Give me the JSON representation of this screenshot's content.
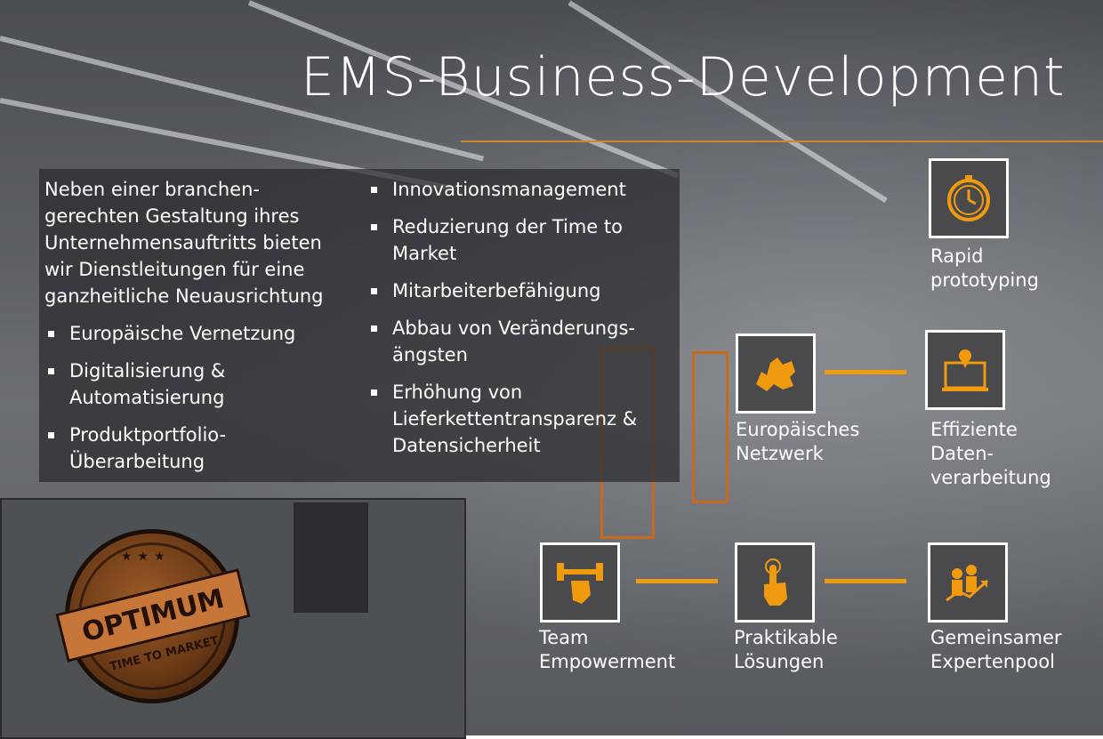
{
  "title": "EMS-Business-Development",
  "intro": "Neben einer branchen-gerechten Gestaltung ihres Unternehmensauftritts bieten wir Dienstleitungen für eine ganzheitliche Neuausrichtung",
  "list_left": [
    "Europäische Vernetzung",
    "Digitalisierung & Automatisierung",
    "Produktportfolio-Überarbeitung"
  ],
  "list_right": [
    "Innovationsmanagement",
    "Reduzierung der Time to Market",
    "Mitarbeiterbefähigung",
    "Abbau von Veränderungs-ängsten",
    "Erhöhung von Lieferkettentransparenz & Datensicherheit"
  ],
  "features": {
    "rapid": {
      "label": "Rapid prototyping",
      "icon": "stopwatch-icon"
    },
    "europe": {
      "label": "Europäisches Netzwerk",
      "icon": "europe-map-icon"
    },
    "data": {
      "label": "Effiziente Daten-verarbeitung",
      "icon": "laptop-location-icon"
    },
    "team": {
      "label": "Team Empowerment",
      "icon": "strength-icon"
    },
    "solutions": {
      "label": "Praktikable Lösungen",
      "icon": "pointing-hand-icon"
    },
    "experts": {
      "label": "Gemeinsamer Expertenpool",
      "icon": "people-growth-icon"
    }
  },
  "badge": {
    "top": "OPTIMUM",
    "bottom": "TIME TO MARKET"
  },
  "colors": {
    "accent": "#f09a10",
    "title_line": "#c98a2a",
    "icon_bg": "#4a4a4c"
  }
}
